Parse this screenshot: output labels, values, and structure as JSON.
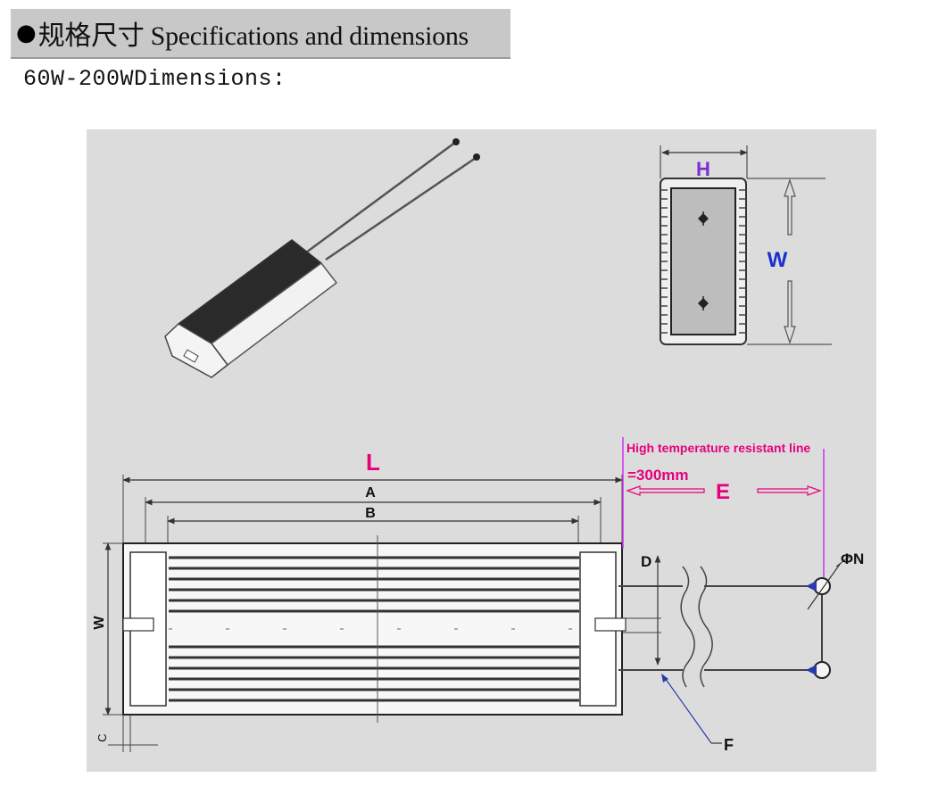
{
  "header": {
    "bullet": "●",
    "title": "规格尺寸 Specifications and dimensions"
  },
  "subtitle": "60W-200WDimensions:",
  "labels": {
    "H": "H",
    "W_side": "W",
    "L": "L",
    "A": "A",
    "B": "B",
    "E": "E",
    "D": "D",
    "W_front": "W",
    "C": "C",
    "F": "F",
    "PhiN": "ΦN",
    "wire_note_1": "High temperature resistant  line",
    "wire_note_2": "=300mm"
  },
  "colors": {
    "panel": "#dcdcdc",
    "header_bar": "#c8c8c8",
    "magenta_label": "#e6007e",
    "purple_label": "#7a2fd0",
    "blue_label": "#1a2fd0",
    "violet_line": "#cc33ee"
  }
}
